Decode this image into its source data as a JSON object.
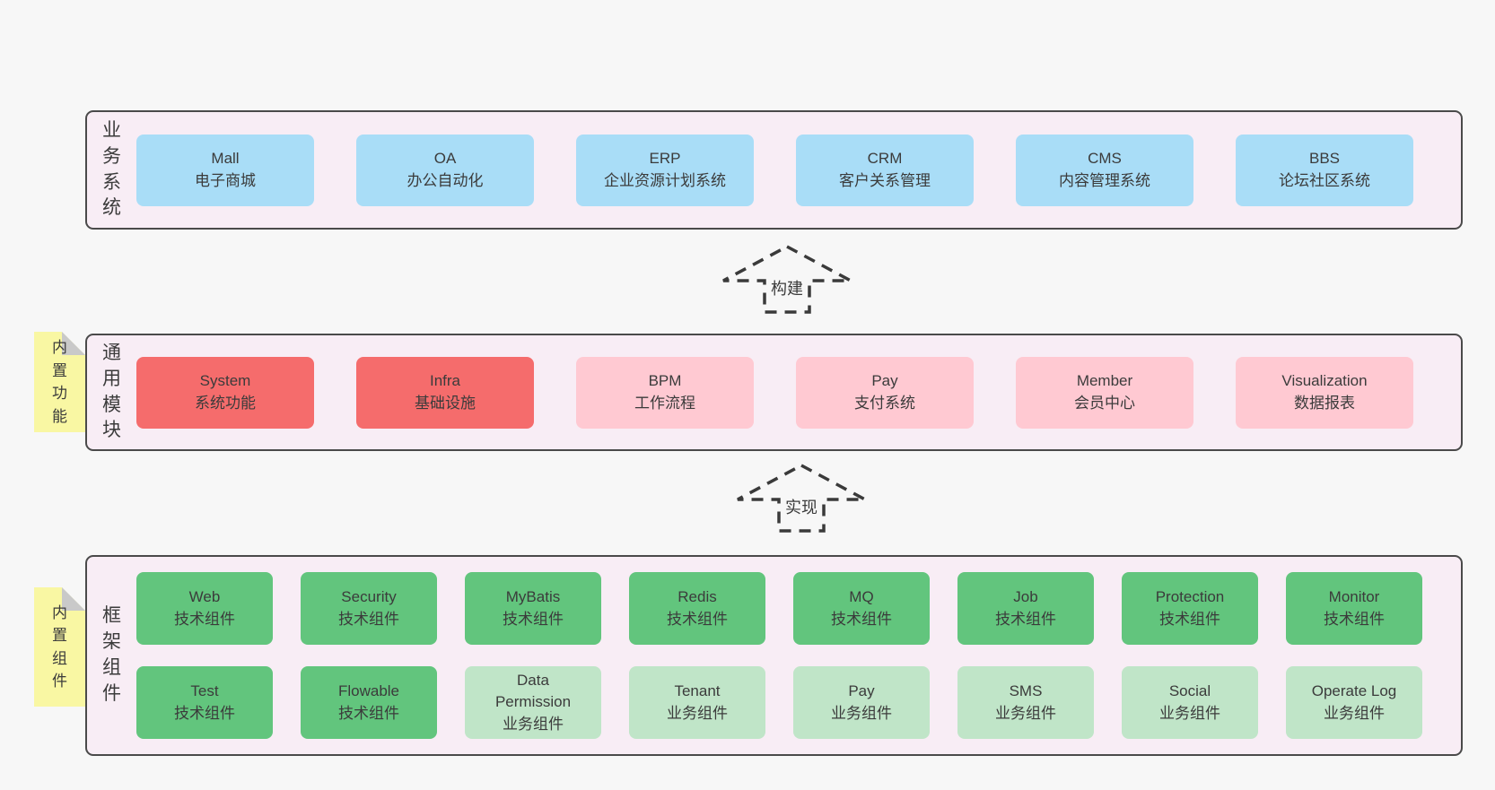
{
  "colors": {
    "page-bg": "#f7f7f7",
    "container-bg": "#f8edf5",
    "container-border": "#4a4a4a",
    "blue": "#a9ddf7",
    "red": "#f56c6c",
    "pink": "#ffc9d2",
    "green": "#62c57d",
    "light-green": "#c0e5c8",
    "note-yellow": "#f9f7a3",
    "note-fold": "#c9c9c9",
    "text": "#3b3b3b"
  },
  "arrows": [
    {
      "label": "构建"
    },
    {
      "label": "实现"
    }
  ],
  "layers": [
    {
      "label": "业务系统",
      "boxes": [
        {
          "title": "Mall",
          "subtitle": "电子商城",
          "variant": "blue"
        },
        {
          "title": "OA",
          "subtitle": "办公自动化",
          "variant": "blue"
        },
        {
          "title": "ERP",
          "subtitle": "企业资源计划系统",
          "variant": "blue"
        },
        {
          "title": "CRM",
          "subtitle": "客户关系管理",
          "variant": "blue"
        },
        {
          "title": "CMS",
          "subtitle": "内容管理系统",
          "variant": "blue"
        },
        {
          "title": "BBS",
          "subtitle": "论坛社区系统",
          "variant": "blue"
        }
      ]
    },
    {
      "label": "通用模块",
      "note": "内置功能",
      "boxes": [
        {
          "title": "System",
          "subtitle": "系统功能",
          "variant": "red"
        },
        {
          "title": "Infra",
          "subtitle": "基础设施",
          "variant": "red"
        },
        {
          "title": "BPM",
          "subtitle": "工作流程",
          "variant": "pink"
        },
        {
          "title": "Pay",
          "subtitle": "支付系统",
          "variant": "pink"
        },
        {
          "title": "Member",
          "subtitle": "会员中心",
          "variant": "pink"
        },
        {
          "title": "Visualization",
          "subtitle": "数据报表",
          "variant": "pink"
        }
      ]
    },
    {
      "label": "框架组件",
      "note": "内置组件",
      "rows": [
        [
          {
            "title": "Web",
            "subtitle": "技术组件",
            "variant": "green"
          },
          {
            "title": "Security",
            "subtitle": "技术组件",
            "variant": "green"
          },
          {
            "title": "MyBatis",
            "subtitle": "技术组件",
            "variant": "green"
          },
          {
            "title": "Redis",
            "subtitle": "技术组件",
            "variant": "green"
          },
          {
            "title": "MQ",
            "subtitle": "技术组件",
            "variant": "green"
          },
          {
            "title": "Job",
            "subtitle": "技术组件",
            "variant": "green"
          },
          {
            "title": "Protection",
            "subtitle": "技术组件",
            "variant": "green"
          },
          {
            "title": "Monitor",
            "subtitle": "技术组件",
            "variant": "green"
          }
        ],
        [
          {
            "title": "Test",
            "subtitle": "技术组件",
            "variant": "green"
          },
          {
            "title": "Flowable",
            "subtitle": "技术组件",
            "variant": "green"
          },
          {
            "title": "Data Permission",
            "subtitle": "业务组件",
            "variant": "light-green"
          },
          {
            "title": "Tenant",
            "subtitle": "业务组件",
            "variant": "light-green"
          },
          {
            "title": "Pay",
            "subtitle": "业务组件",
            "variant": "light-green"
          },
          {
            "title": "SMS",
            "subtitle": "业务组件",
            "variant": "light-green"
          },
          {
            "title": "Social",
            "subtitle": "业务组件",
            "variant": "light-green"
          },
          {
            "title": "Operate Log",
            "subtitle": "业务组件",
            "variant": "light-green"
          }
        ]
      ]
    }
  ]
}
